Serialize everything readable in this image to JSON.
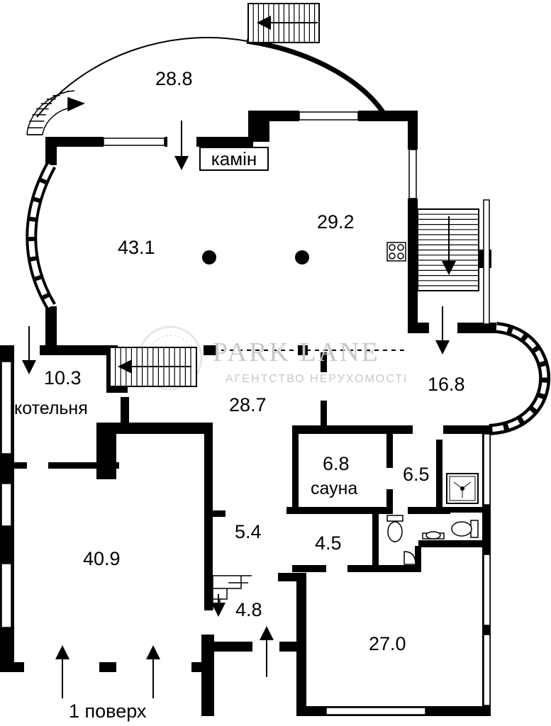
{
  "fireplace_label": "камін",
  "floor_label": "1 поверх",
  "rooms": [
    {
      "id": "terrace",
      "area": "28.8"
    },
    {
      "id": "living",
      "area": "43.1"
    },
    {
      "id": "kitchen",
      "area": "29.2"
    },
    {
      "id": "boiler",
      "area": "10.3",
      "name": "котельня"
    },
    {
      "id": "hall",
      "area": "28.7"
    },
    {
      "id": "round-room",
      "area": "16.8"
    },
    {
      "id": "sauna",
      "area": "6.8",
      "name": "сауна"
    },
    {
      "id": "shower",
      "area": "6.5"
    },
    {
      "id": "big-room",
      "area": "40.9"
    },
    {
      "id": "corridor",
      "area": "5.4"
    },
    {
      "id": "wc",
      "area": "4.5"
    },
    {
      "id": "stair-hall",
      "area": "4.8"
    },
    {
      "id": "garage",
      "area": "27.0"
    }
  ],
  "watermark": {
    "brand": "PARK LANE",
    "sub": "АГЕНТСТВО НЕРУХОМОСТІ"
  },
  "icons": [
    "stair-icon",
    "spiral-stair-icon",
    "arrow-down-icon",
    "arrow-up-icon",
    "column-icon",
    "stove-icon",
    "toilet-icon",
    "shower-tray-icon",
    "sink-icon",
    "watermark-logo-icon"
  ]
}
